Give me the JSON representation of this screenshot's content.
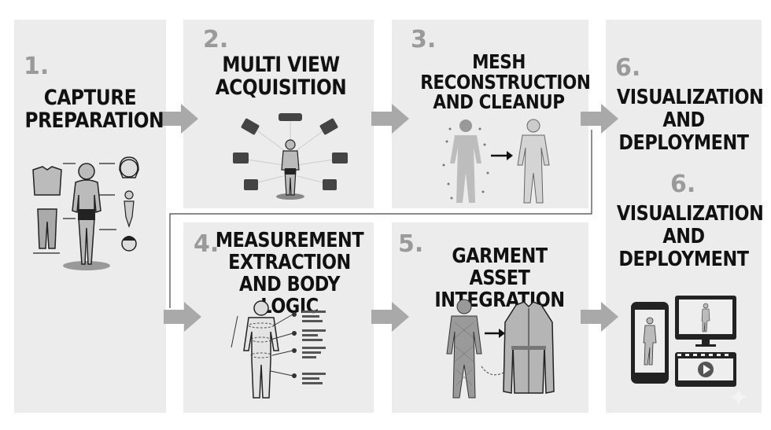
{
  "steps": [
    {
      "number": "1.",
      "title": "CAPTURE\nPREPARATION"
    },
    {
      "number": "2.",
      "title": "MULTI VIEW\nACQUISITION"
    },
    {
      "number": "3.",
      "title": "MESH\nRECONSTRUCTION\nAND CLEANUP"
    },
    {
      "number": "4.",
      "title": "MEASUREMENT\nEXTRACTION\nAND BODY LOGIC"
    },
    {
      "number": "5.",
      "title": "GARMENT ASSET\nINTEGRATION"
    },
    {
      "number": "6.",
      "title": "VISUALIZATION\nAND\nDEPLOYMENT"
    },
    {
      "number": "6.",
      "title": "VISUALIZATION\nAND\nDEPLOYMENT"
    }
  ],
  "colors": {
    "panel": "#ececec",
    "arrow": "#a9a9a9",
    "ink": "#111111",
    "number": "#9a9a9a"
  }
}
